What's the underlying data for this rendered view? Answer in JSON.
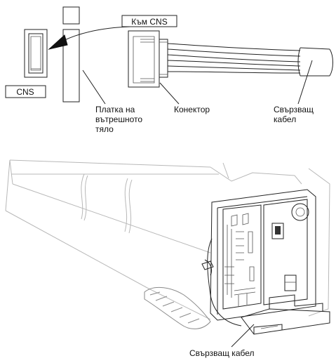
{
  "labels": {
    "to_cns": "Към CNS",
    "cns": "CNS",
    "indoor_board_line1": "Платка на",
    "indoor_board_line2": "вътрешното",
    "indoor_board_line3": "тяло",
    "connector": "Конектор",
    "connecting_cable_top_line1": "Свързващ",
    "connecting_cable_top_line2": "кабел",
    "connecting_cable_bottom": "Свързващ кабел"
  },
  "colors": {
    "line": "#222222",
    "hatch": "#666666",
    "faint": "#b8b8b8"
  },
  "icons": {
    "arrow": "curved-arrow-icon"
  }
}
